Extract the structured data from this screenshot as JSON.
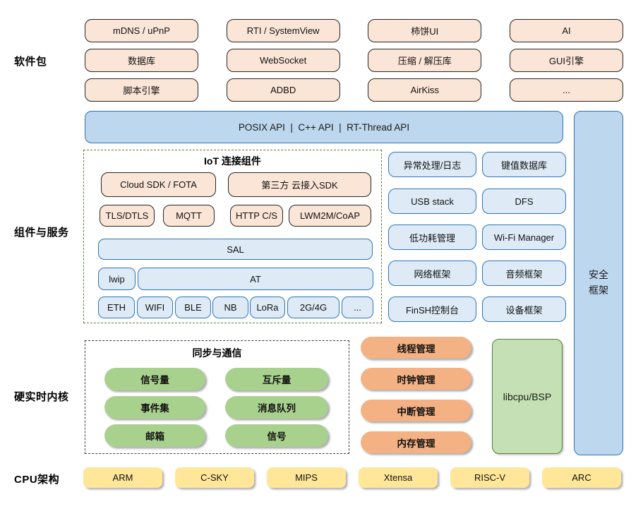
{
  "labels": {
    "software": "软件包",
    "components": "组件与服务",
    "kernel": "硬实时内核",
    "cpu": "CPU架构"
  },
  "software": {
    "boxes": [
      "mDNS / uPnP",
      "RTI / SystemView",
      "柿饼UI",
      "AI",
      "数据库",
      "WebSocket",
      "压缩 / 解压库",
      "GUI引擎",
      "脚本引擎",
      "ADBD",
      "AirKiss",
      "..."
    ]
  },
  "api_bar": {
    "text": "POSIX API  |  C++ API  |  RT-Thread API"
  },
  "security": {
    "line1": "安全",
    "line2": "框架"
  },
  "iot": {
    "title": "IoT 连接组件",
    "cloud": [
      "Cloud SDK / FOTA",
      "第三方 云接入SDK"
    ],
    "protocols": [
      "TLS/DTLS",
      "MQTT",
      "HTTP C/S",
      "LWM2M/CoAP"
    ],
    "sal": "SAL",
    "lwip": "lwip",
    "at": "AT",
    "links": [
      "ETH",
      "WIFI",
      "BLE",
      "NB",
      "LoRa",
      "2G/4G",
      "..."
    ]
  },
  "services": [
    "异常处理/日志",
    "键值数据库",
    "USB stack",
    "DFS",
    "低功耗管理",
    "Wi-Fi Manager",
    "网络框架",
    "音频框架",
    "FinSH控制台",
    "设备框架"
  ],
  "kernel": {
    "sync_title": "同步与通信",
    "sync_items": [
      "信号量",
      "互斥量",
      "事件集",
      "消息队列",
      "邮箱",
      "信号"
    ],
    "managers": [
      "线程管理",
      "时钟管理",
      "中断管理",
      "内存管理"
    ],
    "libcpu": "libcpu/BSP"
  },
  "cpu": {
    "archs": [
      "ARM",
      "C-SKY",
      "MIPS",
      "Xtensa",
      "RISC-V",
      "ARC"
    ]
  },
  "colors": {
    "peach_fill": "#FBE5D6",
    "peach_border": "#262626",
    "blue_fill": "#BDD7EE",
    "light_blue_fill": "#DEEBF7",
    "blue_border": "#2E75B6",
    "green_pill": "#A9D18E",
    "libcpu_fill": "#C5E0B4",
    "green_border": "#538135",
    "orange_pill": "#F4B183",
    "yellow_fill": "#FFE699",
    "iot_dash_border": "#548235",
    "kernel_dash_border": "#3F3F3F"
  }
}
